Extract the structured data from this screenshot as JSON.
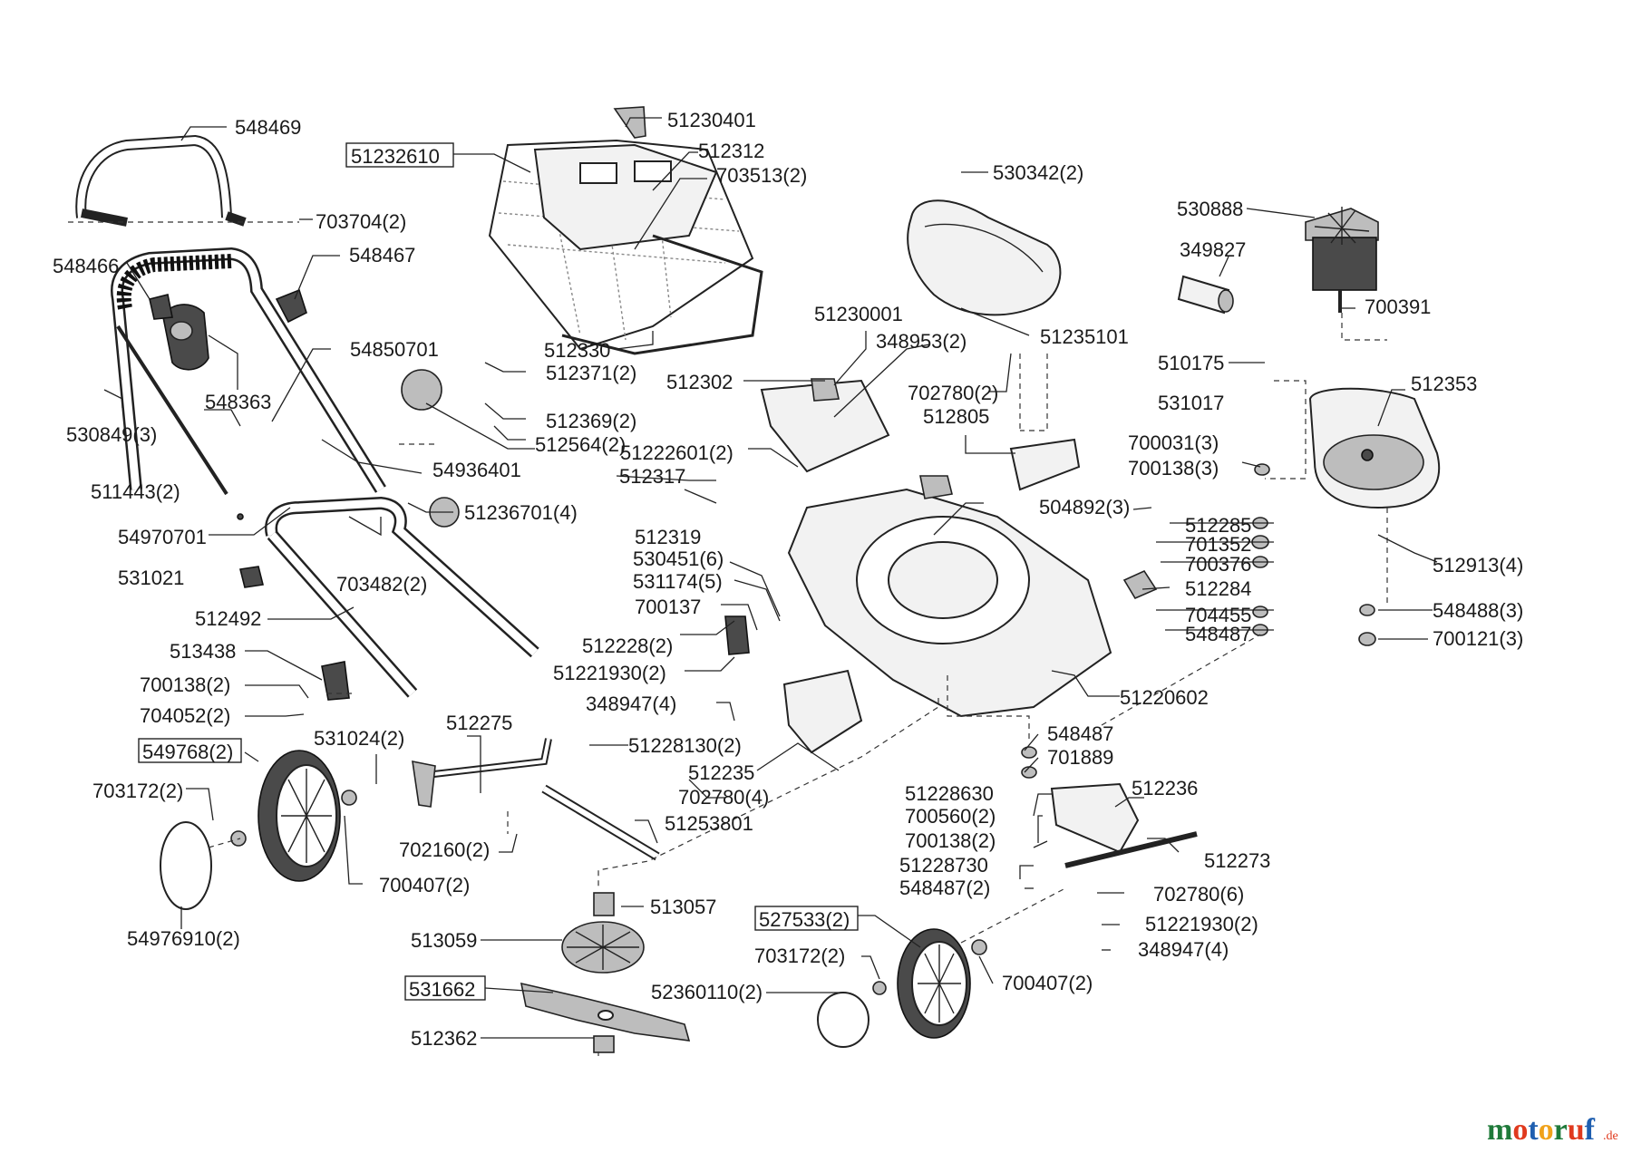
{
  "labels": {
    "l548469": "548469",
    "l51232610": "51232610",
    "l51230401": "51230401",
    "l512312": "512312",
    "l703513": "703513(2)",
    "l530342": "530342(2)",
    "l530888": "530888",
    "l703704": "703704(2)",
    "l548466": "548466",
    "l548467": "548467",
    "l349827": "349827",
    "l700391": "700391",
    "l54850701": "54850701",
    "l512330": "512330",
    "l51230001": "51230001",
    "l348953": "348953(2)",
    "l51235101": "51235101",
    "l548363": "548363",
    "l512371": "512371(2)",
    "l512302": "512302",
    "l702780a": "702780(2)",
    "l510175": "510175",
    "l512353": "512353",
    "l530849": "530849(3)",
    "l512369": "512369(2)",
    "l512805": "512805",
    "l531017": "531017",
    "l512564": "512564(2)",
    "l51222601": "51222601(2)",
    "l700031": "700031(3)",
    "l54936401": "54936401",
    "l512317": "512317",
    "l700138a": "700138(3)",
    "l511443": "511443(2)",
    "l51236701": "51236701(4)",
    "l504892": "504892(3)",
    "l54970701": "54970701",
    "l512319": "512319",
    "l512285": "512285",
    "l701352": "701352",
    "l530451": "530451(6)",
    "l700376": "700376",
    "l512913": "512913(4)",
    "l531021": "531021",
    "l703482": "703482(2)",
    "l531174": "531174(5)",
    "l512284": "512284",
    "l700137": "700137",
    "l548488": "548488(3)",
    "l512492": "512492",
    "l704455": "704455",
    "l548487a": "548487",
    "l700121": "700121(3)",
    "l512228": "512228(2)",
    "l513438": "513438",
    "l51221930a": "51221930(2)",
    "l700138b": "700138(2)",
    "l51220602": "51220602",
    "l348947a": "348947(4)",
    "l704052": "704052(2)",
    "l512275": "512275",
    "l548487b": "548487",
    "l531024": "531024(2)",
    "l51228130": "51228130(2)",
    "l701889": "701889",
    "l549768": "549768(2)",
    "l512235": "512235",
    "l703172a": "703172(2)",
    "l51228630": "51228630",
    "l512236": "512236",
    "l702780b": "702780(4)",
    "l700560": "700560(2)",
    "l702160": "702160(2)",
    "l51253801": "51253801",
    "l700138c": "700138(2)",
    "l512273": "512273",
    "l700407a": "700407(2)",
    "l51228730": "51228730",
    "l548487c": "548487(2)",
    "l702780c": "702780(6)",
    "l513057": "513057",
    "l527533": "527533(2)",
    "l51221930b": "51221930(2)",
    "l54976910": "54976910(2)",
    "l513059": "513059",
    "l703172b": "703172(2)",
    "l348947b": "348947(4)",
    "l531662": "531662",
    "l52360110": "52360110(2)",
    "l700407b": "700407(2)",
    "l512362": "512362"
  },
  "watermark": {
    "brand": "motoruf",
    "suffix": ".de",
    "colors": [
      "#1f7a3a",
      "#e03a1e",
      "#1f5fb0",
      "#f0a21b"
    ]
  }
}
